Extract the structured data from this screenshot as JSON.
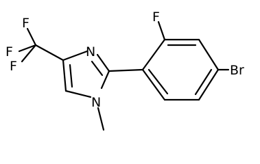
{
  "atoms": {
    "n_imine": "N",
    "n_methyl": "N",
    "bromine": "Br",
    "fluorine_aryl": "F",
    "fluorine_cf3_top": "F",
    "fluorine_cf3_left": "F",
    "fluorine_cf3_bottom": "F"
  }
}
